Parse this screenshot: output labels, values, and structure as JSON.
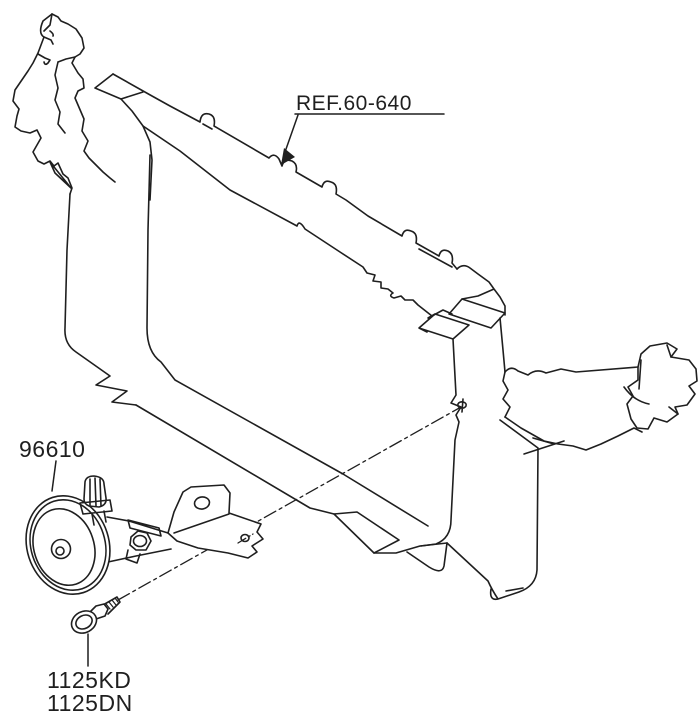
{
  "diagram": {
    "kind": "automotive-parts-line-drawing",
    "callouts": {
      "ref": "REF.60-640",
      "horn": "96610",
      "bolt_primary": "1125KD",
      "bolt_alternate": "1125DN"
    },
    "colors": {
      "line": "#1f1f1f",
      "background": "#ffffff"
    }
  }
}
